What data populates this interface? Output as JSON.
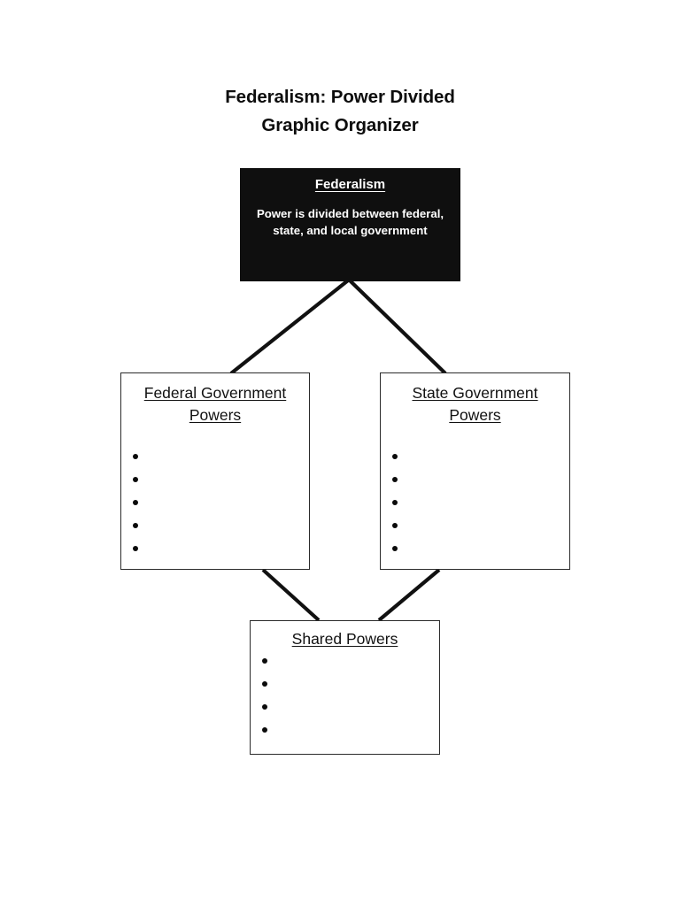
{
  "page": {
    "title_line1": "Federalism: Power Divided",
    "title_line2": "Graphic Organizer",
    "background_color": "#ffffff",
    "ink_color": "#000000"
  },
  "diagram": {
    "type": "hierarchy-graphic-organizer",
    "root": {
      "id": "federalism",
      "heading": "Federalism",
      "body": "Power is divided between federal, state, and local government",
      "fill_color": "#0f0f0f",
      "text_color": "#ffffff",
      "heading_underlined": true
    },
    "branches": [
      {
        "id": "federal-government-powers",
        "heading_line1": "Federal Government",
        "heading_line2": "Powers",
        "heading_underlined": true,
        "fill_color": "#ffffff",
        "border_color": "#2b2b2b",
        "bullets": [
          "",
          "",
          "",
          "",
          ""
        ],
        "bullet_count": 5
      },
      {
        "id": "state-government-powers",
        "heading_line1": "State Government",
        "heading_line2": "Powers",
        "heading_underlined": true,
        "fill_color": "#ffffff",
        "border_color": "#2b2b2b",
        "bullets": [
          "",
          "",
          "",
          "",
          ""
        ],
        "bullet_count": 5
      }
    ],
    "shared": {
      "id": "shared-powers",
      "heading": "Shared Powers",
      "heading_underlined": true,
      "fill_color": "#ffffff",
      "border_color": "#2b2b2b",
      "bullets": [
        "",
        "",
        "",
        ""
      ],
      "bullet_count": 4
    },
    "connectors": [
      {
        "from": "federalism",
        "to": "federal-government-powers"
      },
      {
        "from": "federalism",
        "to": "state-government-powers"
      },
      {
        "from": "federal-government-powers",
        "to": "shared-powers"
      },
      {
        "from": "state-government-powers",
        "to": "shared-powers"
      }
    ]
  }
}
